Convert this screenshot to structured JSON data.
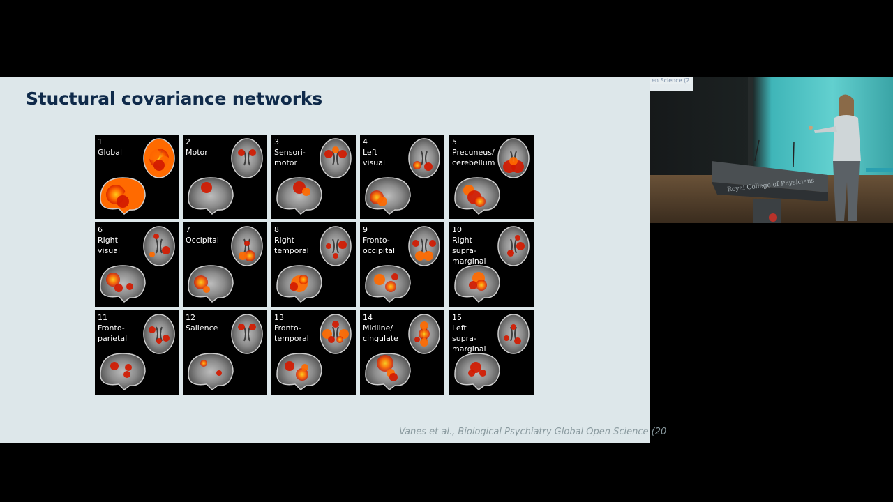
{
  "slide": {
    "title": "Stuctural covariance networks",
    "citation": "Vanes et al., Biological Psychiatry Global Open Science (20",
    "networks": [
      {
        "label": "1\nGlobal"
      },
      {
        "label": "2\nMotor"
      },
      {
        "label": "3\nSensori-\nmotor"
      },
      {
        "label": "4\nLeft\nvisual"
      },
      {
        "label": "5\nPrecuneus/\ncerebellum"
      },
      {
        "label": "6\nRight\nvisual"
      },
      {
        "label": "7\nOccipital"
      },
      {
        "label": "8\nRight\ntemporal"
      },
      {
        "label": "9\nFronto-\noccipital"
      },
      {
        "label": "10\nRight\nsupra-\nmarginal"
      },
      {
        "label": "11\nFronto-\nparietal"
      },
      {
        "label": "12\nSalience"
      },
      {
        "label": "13\nFronto-\ntemporal"
      },
      {
        "label": "14\nMidline/\ncingulate"
      },
      {
        "label": "15\nLeft\nsupra-\nmarginal"
      }
    ]
  },
  "speaker": {
    "screen_text": "en Science (2",
    "podium_text": "Royal College of Physicians"
  },
  "colors": {
    "slide_bg": "#dde7ea",
    "title": "#0f2a4a",
    "heat_hot": "#ffd21a",
    "heat_mid": "#ff6a00",
    "heat_low": "#d21a00"
  }
}
